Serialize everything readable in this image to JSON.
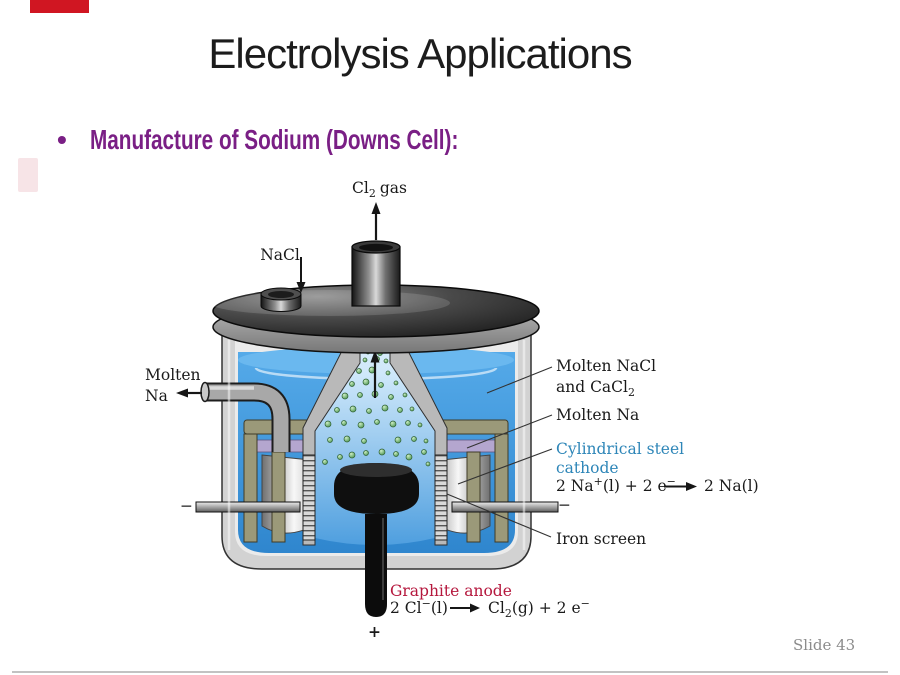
{
  "slide": {
    "title": "Electrolysis Applications",
    "bullet_marker": "•",
    "bullet_text": "Manufacture of Sodium (Downs Cell):",
    "page_label": "Slide 43"
  },
  "colors": {
    "title_text": "#1c1c1c",
    "bullet_text": "#7a1f85",
    "marker_red": "#d01622",
    "label_blue": "#2e86b8",
    "label_red": "#b5173d",
    "diagram_text": "#1a1a1a",
    "page_label_gray": "#8c8c8c",
    "liquid_blue": "#429be0",
    "surface_blue": "#6ab8ef",
    "lid_gray": "#3c3c3c",
    "collector_khaki": "#9b9979",
    "molten_na_purple": "#b4a6cf",
    "bubble_green": "#57a05a"
  },
  "diagram": {
    "top": {
      "gas_label_pre": "Cl",
      "gas_label_sub": "2",
      "gas_label_post": "gas",
      "feed_label": "NaCl"
    },
    "left": {
      "product_line1": "Molten",
      "product_line2": "Na",
      "terminal_sign": "−"
    },
    "right": {
      "electrolyte_line1": "Molten NaCl",
      "electrolyte_line2_pre": "and CaCl",
      "electrolyte_line2_sub": "2",
      "molten_na": "Molten Na",
      "cathode_line1": "Cylindrical steel",
      "cathode_line2": "cathode",
      "cathode_eq": {
        "t1": "2 Na",
        "sup1": "+",
        "t2": "(l) + 2 e",
        "sup2": "−",
        "rhs": "2 Na(l)"
      },
      "screen_label": "Iron screen",
      "terminal_sign": "−"
    },
    "bottom": {
      "anode_label": "Graphite anode",
      "anode_eq": {
        "t1": "2 Cl",
        "sup1": "−",
        "t2": "(l)",
        "r1": "Cl",
        "rsub": "2",
        "r2": "(g) + 2 e",
        "rsup": "−"
      },
      "terminal_sign": "+"
    }
  }
}
